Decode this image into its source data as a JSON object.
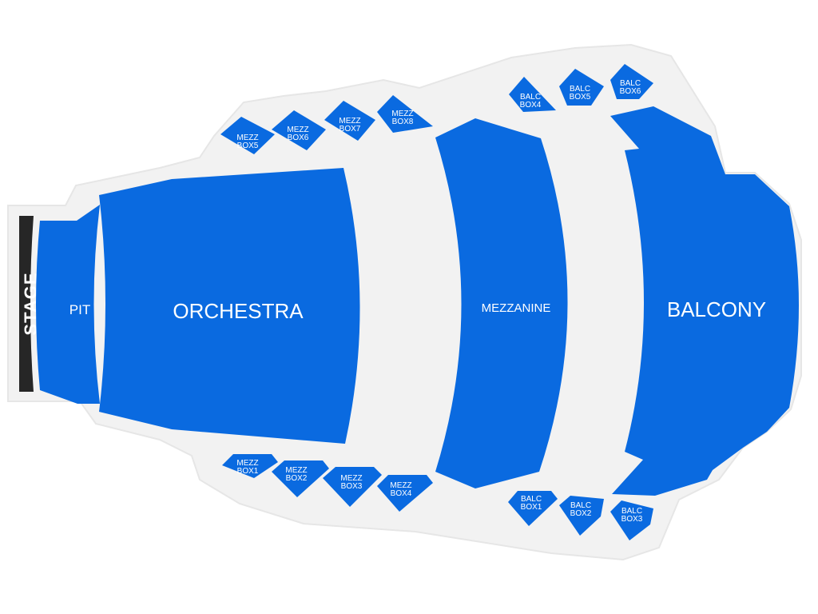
{
  "colors": {
    "section": "#0a6ae0",
    "venue_outline": "#f2f2f2",
    "venue_border": "#e6e6e6",
    "stage": "#262626",
    "label_text": "#ffffff"
  },
  "stage": {
    "label": "STAGE"
  },
  "sections": {
    "pit": "PIT",
    "orchestra": "ORCHESTRA",
    "mezzanine": "MEZZANINE",
    "balcony": "BALCONY"
  },
  "boxes": {
    "mezz_box5": [
      "MEZZ",
      "BOX5"
    ],
    "mezz_box6": [
      "MEZZ",
      "BOX6"
    ],
    "mezz_box7": [
      "MEZZ",
      "BOX7"
    ],
    "mezz_box8": [
      "MEZZ",
      "BOX8"
    ],
    "mezz_box1": [
      "MEZZ",
      "BOX1"
    ],
    "mezz_box2": [
      "MEZZ",
      "BOX2"
    ],
    "mezz_box3": [
      "MEZZ",
      "BOX3"
    ],
    "mezz_box4": [
      "MEZZ",
      "BOX4"
    ],
    "balc_box4": [
      "BALC",
      "BOX4"
    ],
    "balc_box5": [
      "BALC",
      "BOX5"
    ],
    "balc_box6": [
      "BALC",
      "BOX6"
    ],
    "balc_box1": [
      "BALC",
      "BOX1"
    ],
    "balc_box2": [
      "BALC",
      "BOX2"
    ],
    "balc_box3": [
      "BALC",
      "BOX3"
    ]
  }
}
